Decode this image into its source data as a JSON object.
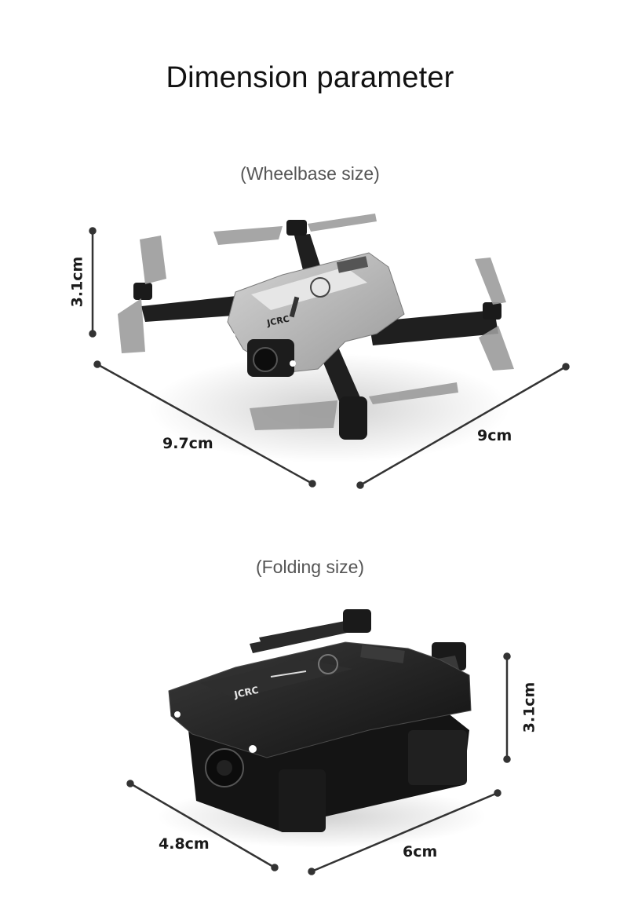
{
  "title": "Dimension parameter",
  "sections": {
    "wheelbase": {
      "caption": "(Wheelbase size)",
      "height": "3.1cm",
      "length": "9.7cm",
      "width": "9cm"
    },
    "folding": {
      "caption": "(Folding size)",
      "height": "3.1cm",
      "length": "4.8cm",
      "width": "6cm"
    }
  },
  "brand_mark": "JCRC",
  "colors": {
    "background": "#ffffff",
    "drone_unfolded": "#b9b9b9",
    "drone_folded": "#1e1e1e",
    "dimension_line": "#333333"
  }
}
